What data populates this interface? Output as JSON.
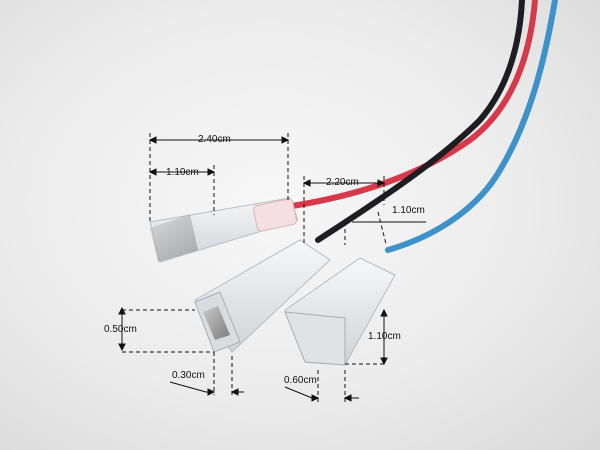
{
  "colors": {
    "wire_red": "#d8394a",
    "wire_black": "#1d1d22",
    "wire_blue": "#3d93c9",
    "housing": "#e9ecee",
    "background": "#ececec"
  },
  "dimensions": {
    "top_length": "2.40cm",
    "top_width": "1.10cm",
    "middle_length": "2.20cm",
    "right_width": "1.10cm",
    "left_height": "0.50cm",
    "right_height": "1.10cm",
    "left_gap": "0.30cm",
    "right_gap": "0.60cm"
  }
}
